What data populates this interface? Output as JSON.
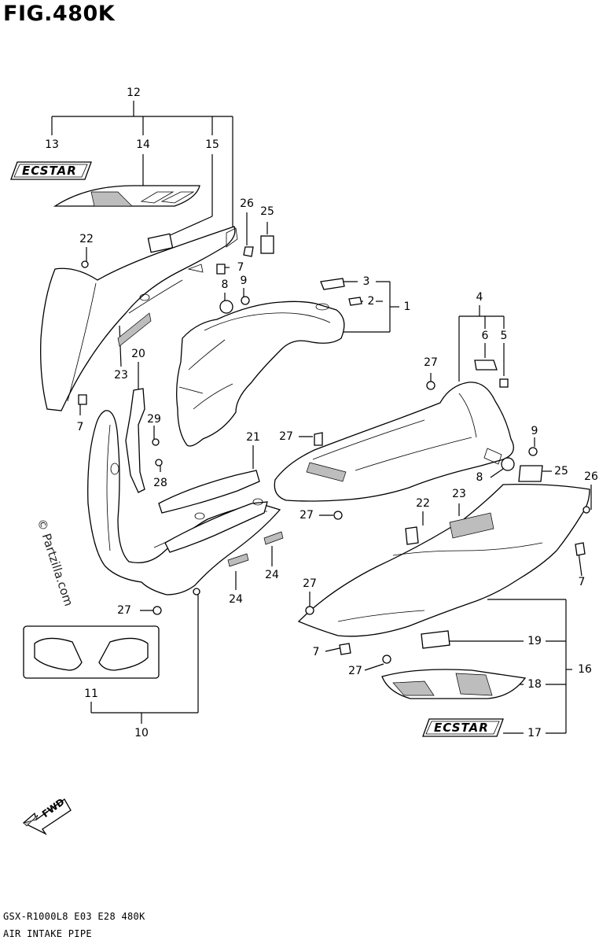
{
  "figure": {
    "title": "FIG.480K",
    "watermark": "© Partzilla.com",
    "model_code": "GSX-R1000L8  E03  E28  480K",
    "section_name": "AIR INTAKE PIPE"
  },
  "callouts": {
    "c1": "1",
    "c2": "2",
    "c3": "3",
    "c4": "4",
    "c5": "5",
    "c6": "6",
    "c7a": "7",
    "c7b": "7",
    "c7c": "7",
    "c7d": "7",
    "c8a": "8",
    "c8b": "8",
    "c9a": "9",
    "c9b": "9",
    "c10": "10",
    "c11": "11",
    "c12": "12",
    "c13": "13",
    "c14": "14",
    "c15": "15",
    "c16": "16",
    "c17": "17",
    "c18": "18",
    "c19": "19",
    "c20": "20",
    "c21": "21",
    "c22a": "22",
    "c22b": "22",
    "c23a": "23",
    "c23b": "23",
    "c24a": "24",
    "c24b": "24",
    "c25a": "25",
    "c25b": "25",
    "c26a": "26",
    "c26b": "26",
    "c27a": "27",
    "c27b": "27",
    "c27c": "27",
    "c27d": "27",
    "c27e": "27",
    "c27f": "27",
    "c28": "28",
    "c29": "29"
  },
  "emblems": {
    "ecstar_upper": "ECSTAR",
    "ecstar_lower": "ECSTAR",
    "fwd_arrow": "FWD"
  },
  "colors": {
    "ink": "#000000",
    "paper": "#ffffff",
    "hatch": "#bdbdbd"
  }
}
